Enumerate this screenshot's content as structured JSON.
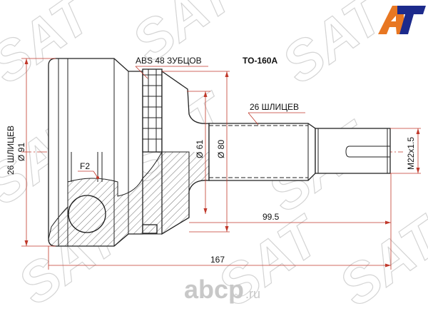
{
  "drawing": {
    "part_number": "TO-160A",
    "abs_label": "ABS 48 ЗУБЦОВ",
    "outer_splines_label": "26 ШЛИЦЕВ",
    "inner_splines_label": "26 ШЛИЦЕВ",
    "outer_diameter": "Ø 91",
    "diameter_61": "Ø 61",
    "diameter_80": "Ø 80",
    "thread": "M22x1.5",
    "length_shaft": "99.5",
    "length_total": "167",
    "f2_label": "F2"
  },
  "branding": {
    "logo_text": "AT",
    "logo_colors": {
      "a": "#e87722",
      "t": "#1c2a8c"
    },
    "watermark_text": "SAT",
    "site_watermark": "abcp",
    "site_watermark_tld": ".ru"
  },
  "colors": {
    "dimension": "#c0392b",
    "outline": "#222222",
    "watermark": "#d4d4d4"
  }
}
